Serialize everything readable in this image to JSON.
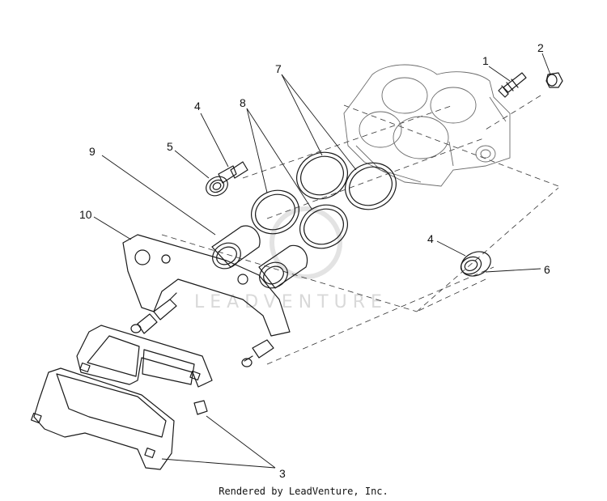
{
  "callouts": [
    {
      "label": "1"
    },
    {
      "label": "2"
    },
    {
      "label": "3"
    },
    {
      "label": "4"
    },
    {
      "label": "4"
    },
    {
      "label": "5"
    },
    {
      "label": "6"
    },
    {
      "label": "7"
    },
    {
      "label": "8"
    },
    {
      "label": "9"
    },
    {
      "label": "10"
    }
  ],
  "watermark": {
    "text": "LEADVENTURE"
  },
  "footer": {
    "text": "Rendered by LeadVenture, Inc."
  }
}
